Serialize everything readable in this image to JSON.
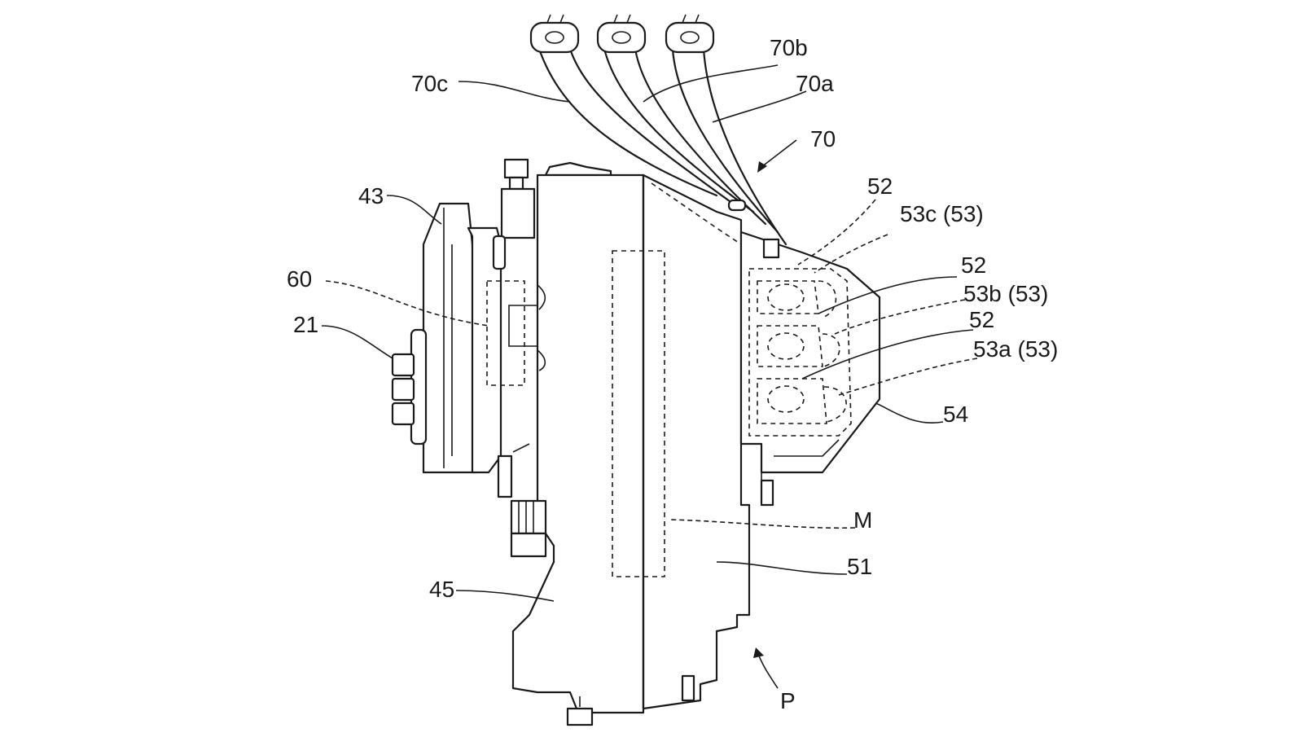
{
  "labels": {
    "l70c": "70c",
    "l70b": "70b",
    "l70a": "70a",
    "l70": "70",
    "l43": "43",
    "l60": "60",
    "l21": "21",
    "l52_top": "52",
    "l53c": "53c (53)",
    "l52_mid": "52",
    "l53b": "53b (53)",
    "l52_low": "52",
    "l53a": "53a (53)",
    "l54": "54",
    "lM": "M",
    "l51": "51",
    "l45": "45",
    "lP": "P"
  }
}
